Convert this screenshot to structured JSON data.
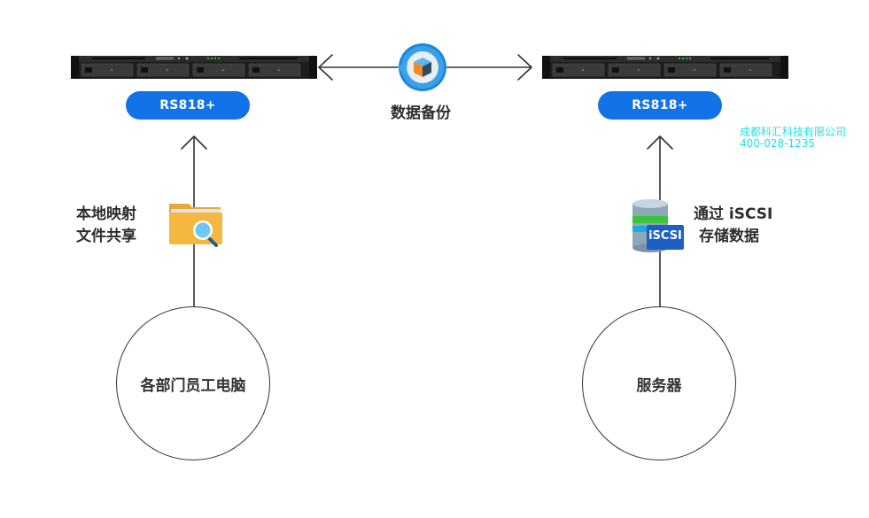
{
  "diagram": {
    "left_device": {
      "model": "RS818+",
      "icon": "nas-rack-server-icon"
    },
    "right_device": {
      "model": "RS818+",
      "icon": "nas-rack-server-icon"
    },
    "backup": {
      "label": "数据备份",
      "icon": "backup-sync-icon"
    },
    "left_link": {
      "label_line1": "本地映射",
      "label_line2": "文件共享",
      "icon": "folder-search-icon"
    },
    "right_link": {
      "label_line1": "通过 iSCSI",
      "label_line2": "存储数据",
      "icon": "iscsi-storage-icon",
      "icon_badge": "iSCSI"
    },
    "left_node": {
      "label": "各部门员工电脑"
    },
    "right_node": {
      "label": "服务器"
    }
  },
  "watermark": {
    "company": "成都科汇科技有限公司",
    "phone": "400-028-1235"
  },
  "colors": {
    "pill": "#1273e8",
    "watermark": "#1fe0ea",
    "line": "#333333"
  }
}
